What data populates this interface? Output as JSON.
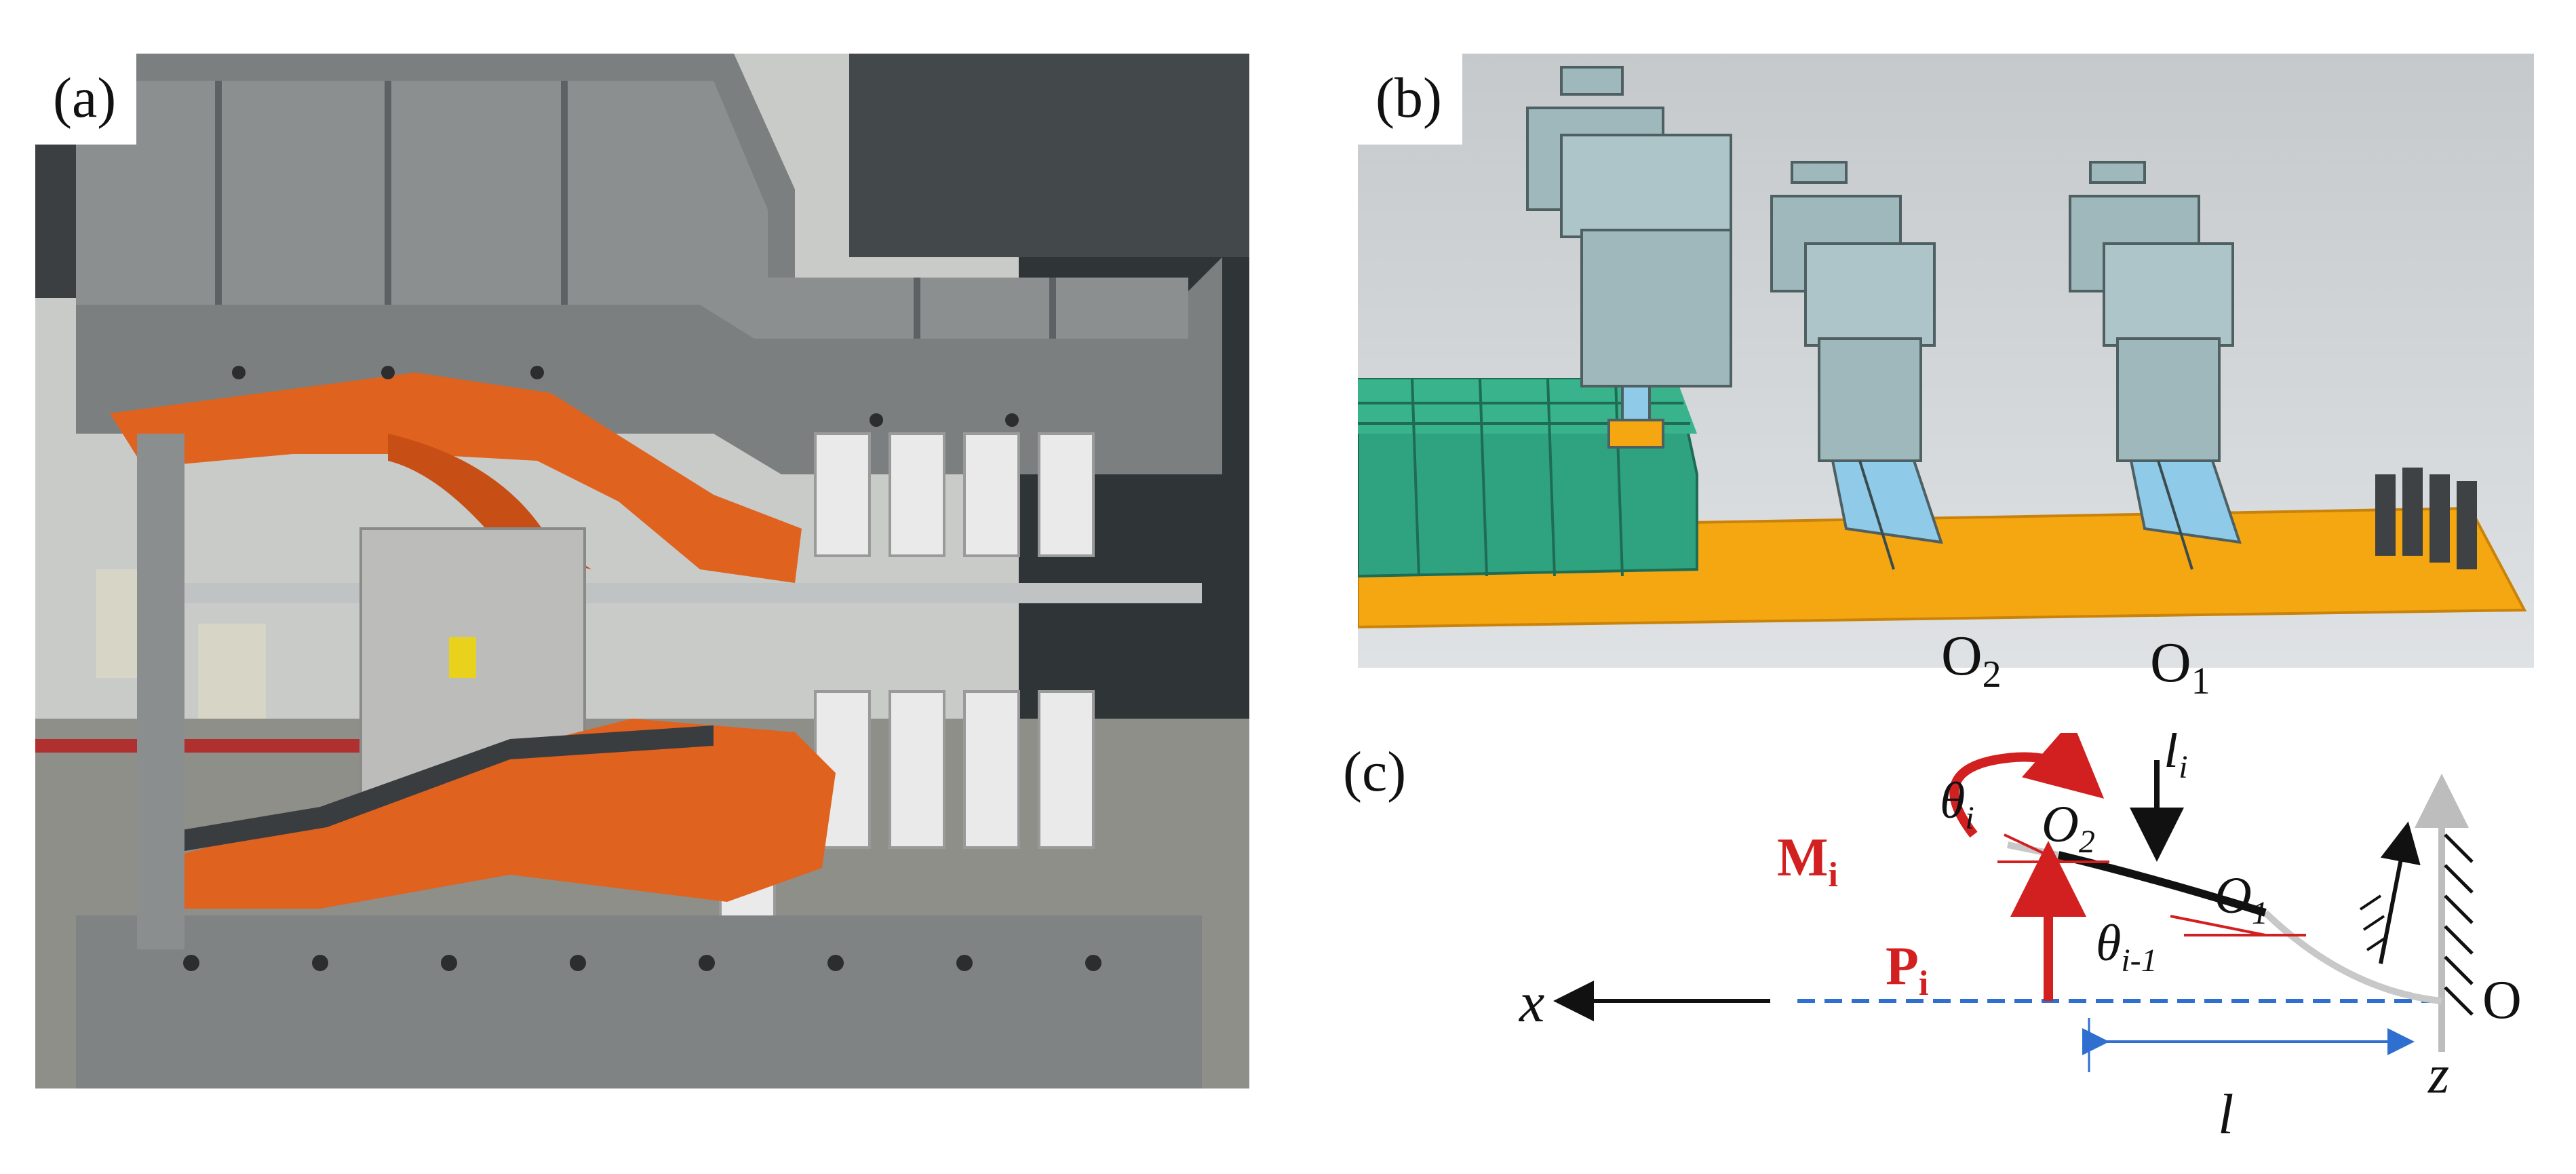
{
  "figure": {
    "panels": [
      {
        "id": "a",
        "label": "(a)"
      },
      {
        "id": "b",
        "label": "(b)",
        "points": {
          "o2": "O",
          "o2_sub": "2",
          "o1": "O",
          "o1_sub": "1"
        }
      },
      {
        "id": "c",
        "label": "(c)"
      }
    ],
    "diagram": {
      "moment": "M",
      "moment_sub": "i",
      "force": "P",
      "force_sub": "i",
      "theta_i": "θ",
      "theta_i_sub": "i",
      "theta_prev": "θ",
      "theta_prev_sub": "i-1",
      "segment": "l",
      "segment_sub": "i",
      "o2": "O",
      "o2_sub": "2",
      "o1": "O",
      "o1_sub": "1",
      "x_axis": "x",
      "z_axis": "z",
      "origin": "O",
      "length": "l"
    }
  },
  "colors": {
    "fixture_orange": "#e0621f",
    "frame_gray": "#7c7f80",
    "cad_actuator": "#9fb8bb",
    "cad_plate": "#f5a712",
    "cad_grid": "#2fa37f",
    "cad_tip": "#8fcbe8",
    "force_red": "#d21f1f",
    "dimension_blue": "#2e6fd0",
    "curve_gray": "#c8c8c8"
  }
}
